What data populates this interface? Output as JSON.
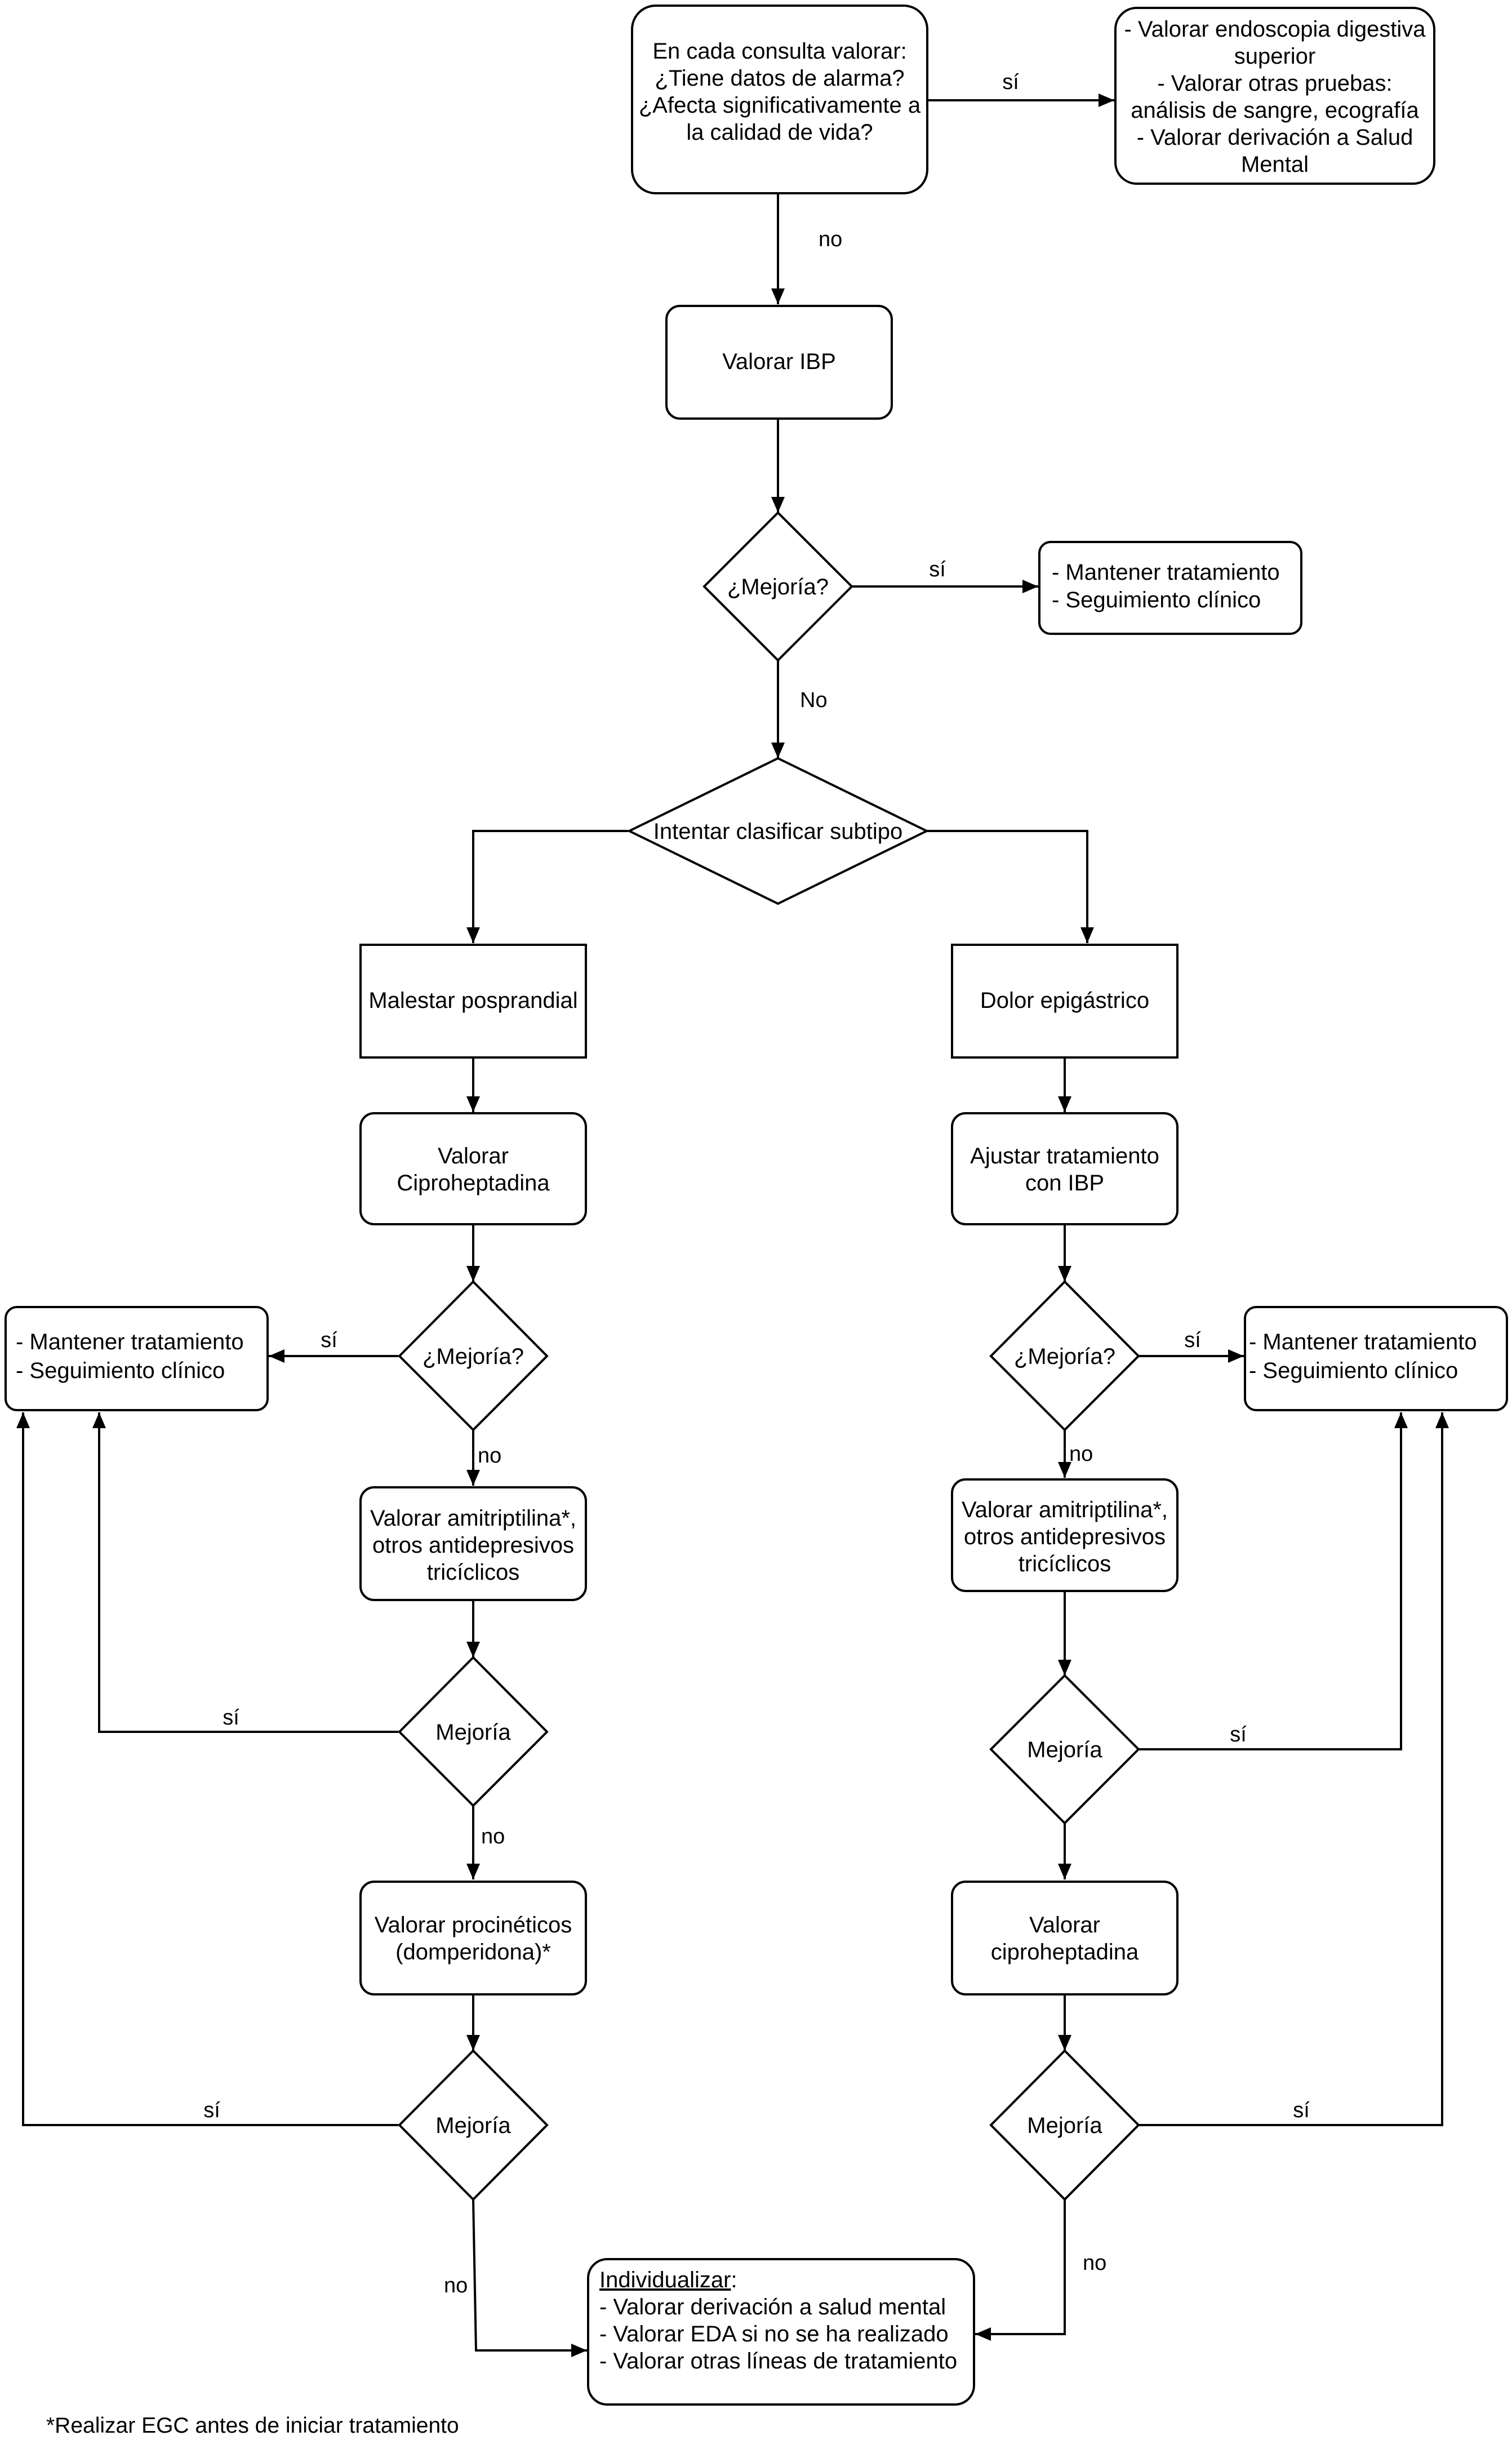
{
  "nodes": {
    "start": [
      "En cada consulta valorar:",
      "¿Tiene datos de alarma?",
      "¿Afecta significativamente a",
      "la calidad de vida?"
    ],
    "alarm": [
      "- Valorar endoscopia digestiva",
      "superior",
      "- Valorar otras pruebas:",
      "análisis de sangre, ecografía",
      "- Valorar derivación a Salud",
      "Mental"
    ],
    "ibp": [
      "Valorar IBP"
    ],
    "d1": [
      "¿Mejoría?"
    ],
    "keep_top": [
      "- Mantener tratamiento",
      "- Seguimiento clínico"
    ],
    "classify": [
      "Intentar clasificar subtipo"
    ],
    "postprandial": [
      "Malestar posprandial"
    ],
    "epigastric": [
      "Dolor epigástrico"
    ],
    "cipro_left": [
      "Valorar",
      "Ciproheptadina"
    ],
    "adjust_ibp": [
      "Ajustar tratamiento",
      "con IBP"
    ],
    "d_left1": [
      "¿Mejoría?"
    ],
    "d_right1": [
      "¿Mejoría?"
    ],
    "keep_left": [
      "- Mantener tratamiento",
      "- Seguimiento clínico"
    ],
    "keep_right": [
      "- Mantener tratamiento",
      "- Seguimiento clínico"
    ],
    "amitrip_left": [
      "Valorar amitriptilina*,",
      "otros antidepresivos",
      "tricíclicos"
    ],
    "amitrip_right": [
      "Valorar amitriptilina*,",
      "otros antidepresivos",
      "tricíclicos"
    ],
    "d_left2": [
      "Mejoría"
    ],
    "d_right2": [
      "Mejoría"
    ],
    "prokinetics": [
      "Valorar procinéticos",
      "(domperidona)*"
    ],
    "cipro_right": [
      "Valorar",
      "ciproheptadina"
    ],
    "d_left3": [
      "Mejoría"
    ],
    "d_right3": [
      "Mejoría"
    ],
    "individual": {
      "heading": "Individualizar",
      "heading_suffix": ":",
      "lines": [
        "- Valorar derivación a salud mental",
        "- Valorar EDA si no se ha realizado",
        "- Valorar otras líneas de tratamiento"
      ]
    }
  },
  "edge_labels": {
    "start_alarm": "sí",
    "start_ibp": "no",
    "d1_keep": "sí",
    "d1_classify": "No",
    "left1_keep": "sí",
    "left1_amitrip": "no",
    "right1_keep": "sí",
    "right1_amitrip": "no",
    "left2_keep": "sí",
    "left2_prokin": "no",
    "right2_keep": "sí",
    "left3_keep": "sí",
    "left3_individual": "no",
    "right3_keep": "sí",
    "right3_individual": "no"
  },
  "footnote": "*Realizar EGC antes de iniciar tratamiento"
}
